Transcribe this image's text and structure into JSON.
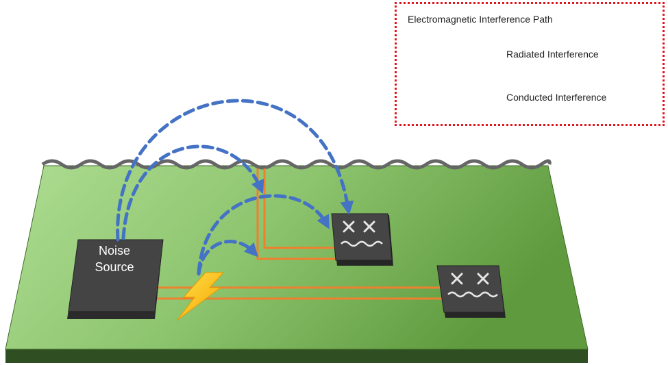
{
  "legend": {
    "title": "Electromagnetic Interference Path",
    "radiated_label": "Radiated Interference",
    "conducted_label": "Conducted Interference"
  },
  "components": {
    "noise_source_line1": "Noise",
    "noise_source_line2": "Source"
  },
  "colors": {
    "board_light": "#a8d98a",
    "board_dark": "#5f9a3e",
    "chip": "#404040",
    "trace": "#f07f2e",
    "radiated": "#4472c4",
    "bolt": "#ffc000",
    "legend_border": "#e0161e"
  },
  "icons": [
    "lightning-bolt-icon",
    "cross-mark-icon",
    "wave-icon",
    "dashed-arrow-icon"
  ]
}
